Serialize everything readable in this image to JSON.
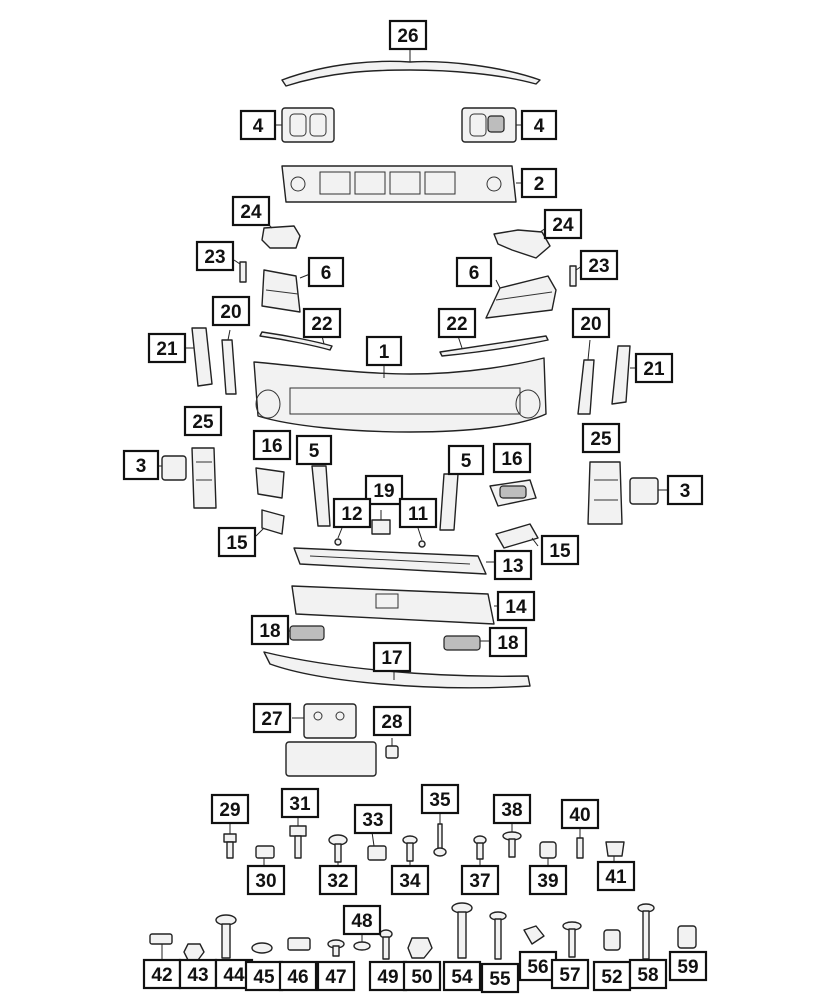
{
  "callouts": {
    "c26": "26",
    "c4": "4",
    "c2": "2",
    "c24": "24",
    "c23": "23",
    "c6": "6",
    "c22": "22",
    "c20": "20",
    "c21": "21",
    "c1": "1",
    "c25": "25",
    "c3": "3",
    "c16": "16",
    "c5": "5",
    "c19": "19",
    "c12": "12",
    "c11": "11",
    "c15": "15",
    "c13": "13",
    "c14": "14",
    "c18": "18",
    "c17": "17",
    "c27": "27",
    "c28": "28",
    "c29": "29",
    "c31": "31",
    "c33": "33",
    "c35": "35",
    "c38": "38",
    "c40": "40",
    "c30": "30",
    "c32": "32",
    "c34": "34",
    "c37": "37",
    "c39": "39",
    "c41": "41",
    "c48": "48",
    "c42": "42",
    "c43": "43",
    "c44": "44",
    "c45": "45",
    "c46": "46",
    "c47": "47",
    "c49": "49",
    "c50": "50",
    "c54": "54",
    "c55": "55",
    "c56": "56",
    "c57": "57",
    "c52": "52",
    "c58": "58",
    "c59": "59"
  }
}
